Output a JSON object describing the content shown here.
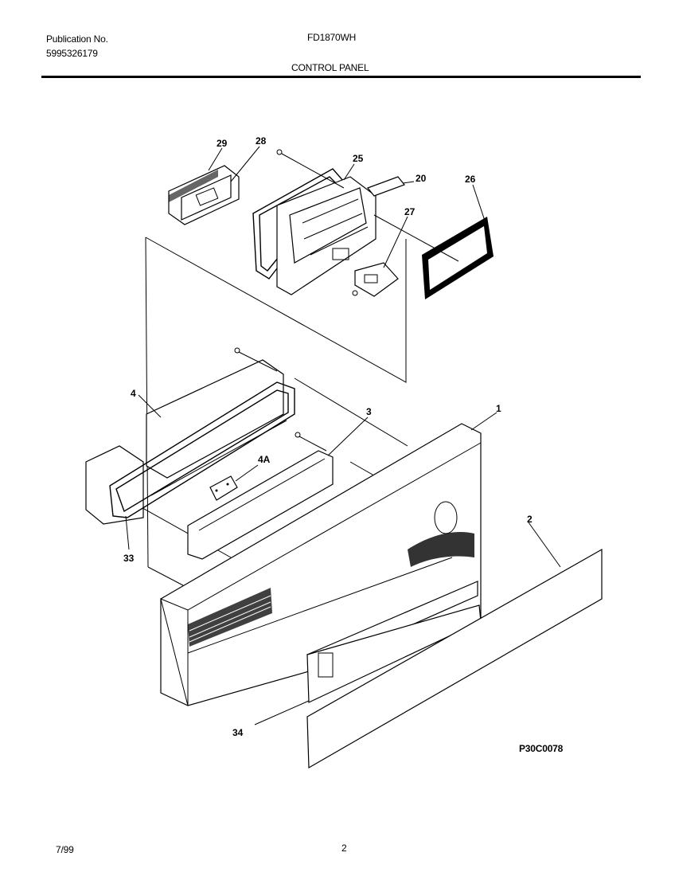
{
  "header": {
    "publication_label": "Publication No.",
    "publication_number": "5995326179",
    "model": "FD1870WH",
    "section_title": "CONTROL PANEL"
  },
  "diagram": {
    "callouts": [
      "29",
      "28",
      "25",
      "20",
      "26",
      "27",
      "4",
      "3",
      "1",
      "4A",
      "33",
      "2",
      "34"
    ],
    "figure_code": "P30C0078"
  },
  "footer": {
    "date": "7/99",
    "page": "2"
  }
}
